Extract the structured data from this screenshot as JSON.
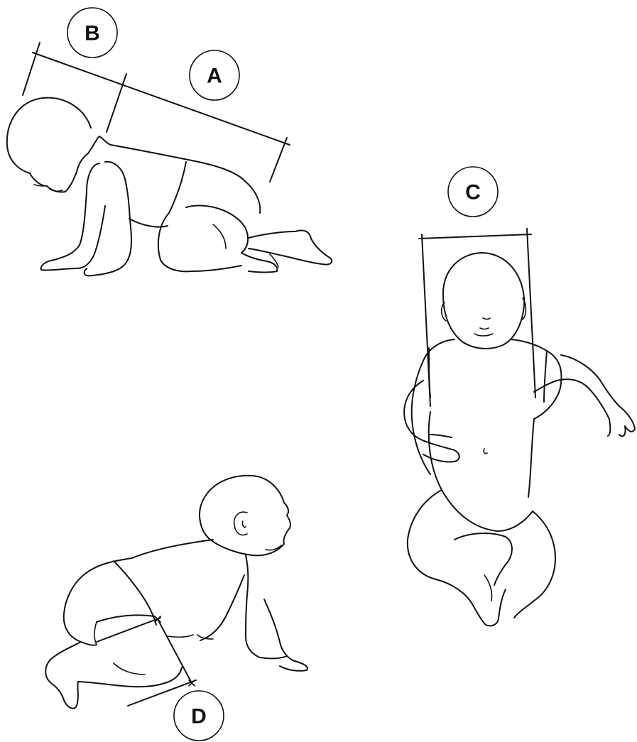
{
  "labels": {
    "a": "A",
    "b": "B",
    "c": "C",
    "d": "D"
  },
  "figures": [
    {
      "id": "crawling-baby-side",
      "label_keys": [
        "a",
        "b"
      ]
    },
    {
      "id": "sitting-baby-front",
      "label_keys": [
        "c"
      ]
    },
    {
      "id": "crawling-baby-rear",
      "label_keys": [
        "d"
      ]
    }
  ]
}
